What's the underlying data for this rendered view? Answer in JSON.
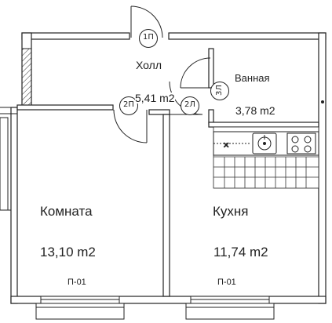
{
  "rooms": {
    "hall": {
      "name": "Холл",
      "area": "5,41 m2"
    },
    "bath": {
      "name": "Ванная",
      "area": "3,78 m2"
    },
    "room": {
      "name": "Комната",
      "area": "13,10 m2"
    },
    "kitchen": {
      "name": "Кухня",
      "area": "11,74 m2"
    }
  },
  "door_marks": {
    "entry": "1П",
    "room_door": "2П",
    "kitchen_door": "2Л",
    "bath_door": "3Л"
  },
  "window_marks": {
    "room": "П-01",
    "kitchen": "П-01"
  },
  "colors": {
    "wall": "#2a2a2a",
    "hatch": "#3a3a3a",
    "line": "#222222"
  }
}
